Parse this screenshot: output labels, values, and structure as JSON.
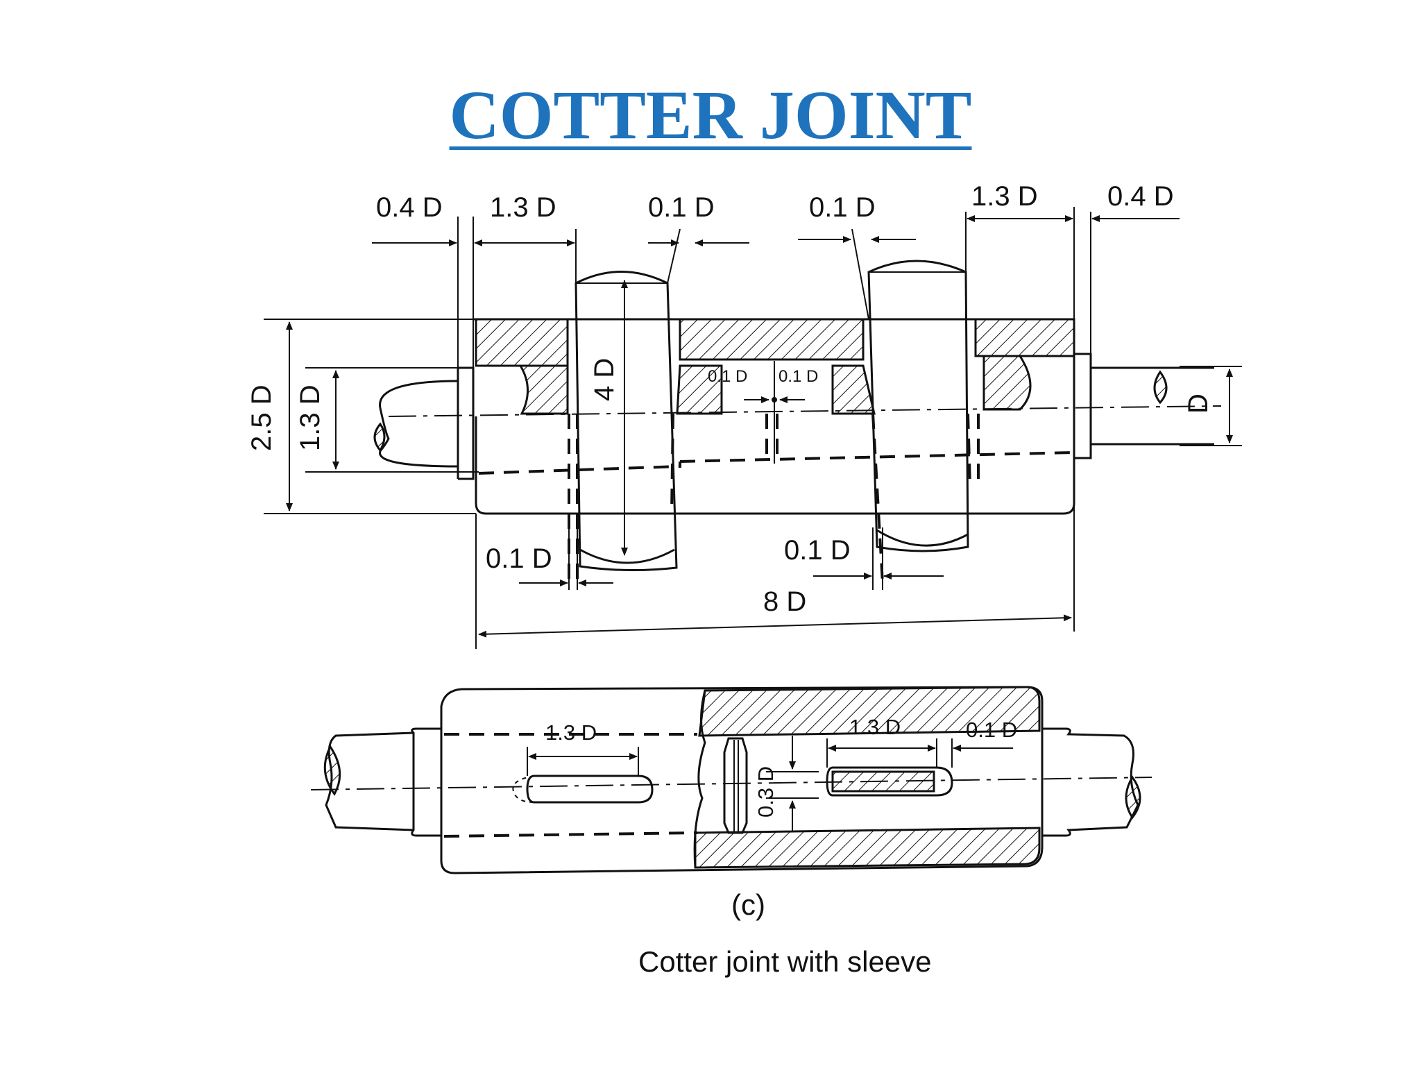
{
  "title": "COTTER JOINT",
  "top_view": {
    "dim_rod_collar_left": "0.4 D",
    "dim_socket_collar_left": "1.3 D",
    "dim_cotter_clear_left": "0.1 D",
    "dim_cotter_clear_right": "0.1 D",
    "dim_socket_collar_right": "1.3 D",
    "dim_rod_collar_right": "0.4 D",
    "dim_sleeve_dia": "2.5 D",
    "dim_collar_dia": "1.3 D",
    "dim_cotter_length": "4 D",
    "dim_gap_left": "0.1 D",
    "dim_gap_right": "0.1 D",
    "dim_rod_dia": "D",
    "dim_bottom_left": "0.1 D",
    "dim_bottom_right": "0.1 D",
    "dim_overall": "8 D"
  },
  "bottom_view": {
    "dim_slot_left": "1.3 D",
    "dim_slot_right": "1.3 D",
    "dim_end_gap": "0.1 D",
    "dim_cotter_width": "0.3 D"
  },
  "figure_label": "(c)",
  "caption": "Cotter joint with sleeve"
}
